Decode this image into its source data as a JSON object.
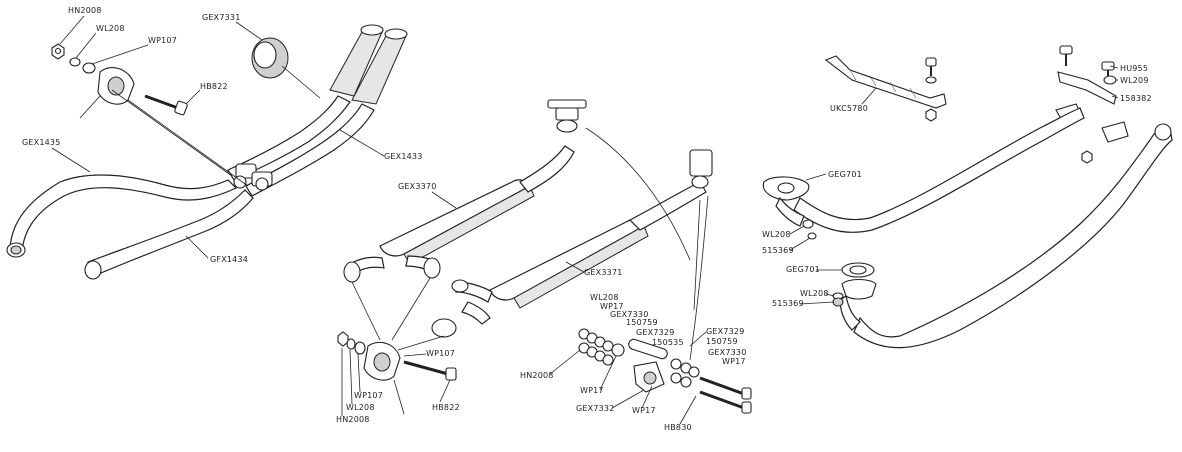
{
  "labels": {
    "l1": "HN2008",
    "l2": "WL208",
    "l3": "WP107",
    "l4": "GEX7331",
    "l5": "HB822",
    "l6": "GEX1435",
    "l7": "GEX1433",
    "l8": "GFX1434",
    "m1": "GEX3370",
    "m2": "GEX3371",
    "m3": "WP107",
    "m4": "WP107",
    "m5": "WL208",
    "m6": "HN2008",
    "m7": "HB822",
    "c1": "WL208",
    "c2": "WP17",
    "c3": "GEX7330",
    "c4": "150759",
    "c5": "GEX7329",
    "c6": "150535",
    "c7": "GEX7329",
    "c8": "150759",
    "c9": "GEX7330",
    "c10": "WP17",
    "c11": "HN2008",
    "c12": "WP17",
    "c13": "GEX7332",
    "c14": "WP17",
    "c15": "HB830",
    "r1": "UKC5780",
    "r2": "HU955",
    "r3": "WL209",
    "r4": "158382",
    "r5": "GEG701",
    "r6": "WL208",
    "r7": "515369",
    "r8": "GEG701",
    "r9": "WL208",
    "r10": "515369"
  }
}
